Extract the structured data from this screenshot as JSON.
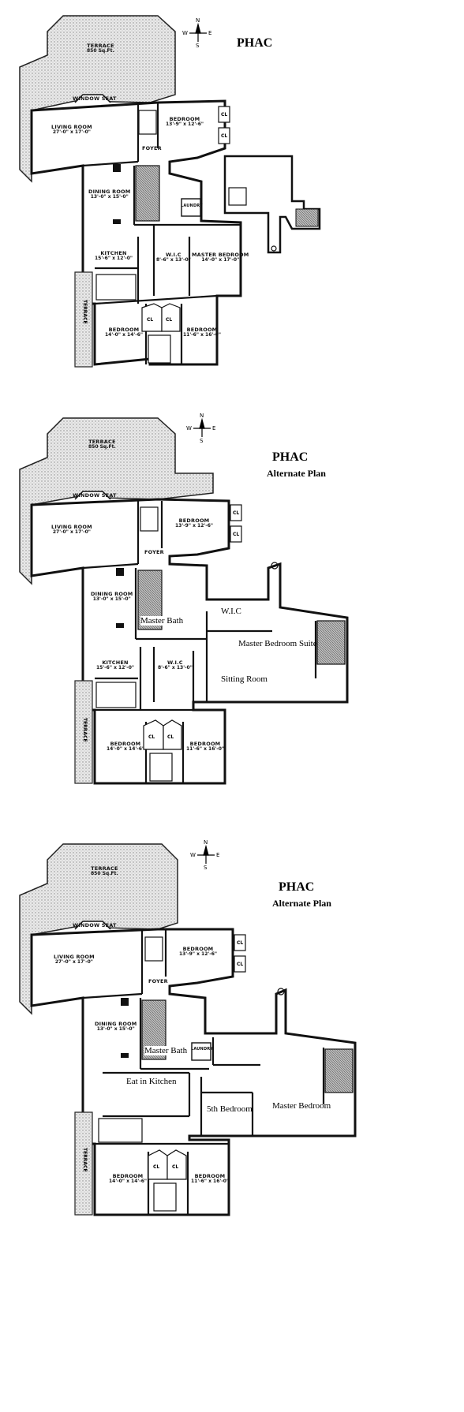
{
  "compass": {
    "n": "N",
    "s": "S",
    "e": "E",
    "w": "W"
  },
  "plans": [
    {
      "title": "PHAC",
      "subtitle": "",
      "labels": {
        "terrace": "TERRACE",
        "terrace_area": "850 Sq.Ft.",
        "window_seat": "WINDOW SEAT",
        "living_room": "LIVING ROOM",
        "living_room_dim": "27'-0\" x 17'-0\"",
        "bedroom_top": "BEDROOM",
        "bedroom_top_dim": "13'-9\" x 12'-6\"",
        "foyer": "FOYER",
        "dining_room": "DINING ROOM",
        "dining_room_dim": "13'-0\" x 15'-0\"",
        "laundry": "LAUNDRY",
        "kitchen": "KITCHEN",
        "kitchen_dim": "15'-6\" x 12'-0\"",
        "wic": "W.I.C",
        "wic_dim": "8'-6\" x 13'-0\"",
        "master_bedroom": "MASTER BEDROOM",
        "master_bedroom_dim": "14'-0\" x 17'-0\"",
        "bedroom_left": "BEDROOM",
        "bedroom_left_dim": "14'-0\" x 14'-6\"",
        "bedroom_right": "BEDROOM",
        "bedroom_right_dim": "11'-6\" x 16'-0\"",
        "terrace_side": "TERRACE",
        "closet": "CL"
      }
    },
    {
      "title": "PHAC",
      "subtitle": "Alternate Plan",
      "labels": {
        "terrace": "TERRACE",
        "terrace_area": "850 Sq.Ft.",
        "window_seat": "WINDOW SEAT",
        "living_room": "LIVING ROOM",
        "living_room_dim": "27'-0\" x 17'-0\"",
        "bedroom_top": "BEDROOM",
        "bedroom_top_dim": "13'-9\" x 12'-6\"",
        "foyer": "FOYER",
        "dining_room": "DINING ROOM",
        "dining_room_dim": "13'-0\" x 15'-0\"",
        "master_bath": "Master Bath",
        "wic_big": "W.I.C",
        "master_suite": "Master Bedroom Suite",
        "sitting_room": "Sitting Room",
        "kitchen": "KITCHEN",
        "kitchen_dim": "15'-6\" x 12'-0\"",
        "wic": "W.I.C",
        "wic_dim": "8'-6\" x 13'-0\"",
        "bedroom_left": "BEDROOM",
        "bedroom_left_dim": "14'-0\" x 14'-6\"",
        "bedroom_right": "BEDROOM",
        "bedroom_right_dim": "11'-6\" x 16'-0\"",
        "terrace_side": "TERRACE",
        "closet": "CL"
      }
    },
    {
      "title": "PHAC",
      "subtitle": "Alternate Plan",
      "labels": {
        "terrace": "TERRACE",
        "terrace_area": "850 Sq.Ft.",
        "window_seat": "WINDOW SEAT",
        "living_room": "LIVING ROOM",
        "living_room_dim": "27'-0\" x 17'-0\"",
        "bedroom_top": "BEDROOM",
        "bedroom_top_dim": "13'-9\" x 12'-6\"",
        "foyer": "FOYER",
        "dining_room": "DINING ROOM",
        "dining_room_dim": "13'-0\" x 15'-0\"",
        "master_bath": "Master Bath",
        "laundry": "LAUNDRY",
        "eat_in_kitchen": "Eat in Kitchen",
        "fifth_bedroom": "5th Bedroom",
        "master_bedroom": "Master Bedroom",
        "bedroom_left": "BEDROOM",
        "bedroom_left_dim": "14'-0\" x 14'-6\"",
        "bedroom_right": "BEDROOM",
        "bedroom_right_dim": "11'-6\" x 16'-0\"",
        "terrace_side": "TERRACE",
        "closet": "CL"
      }
    }
  ]
}
